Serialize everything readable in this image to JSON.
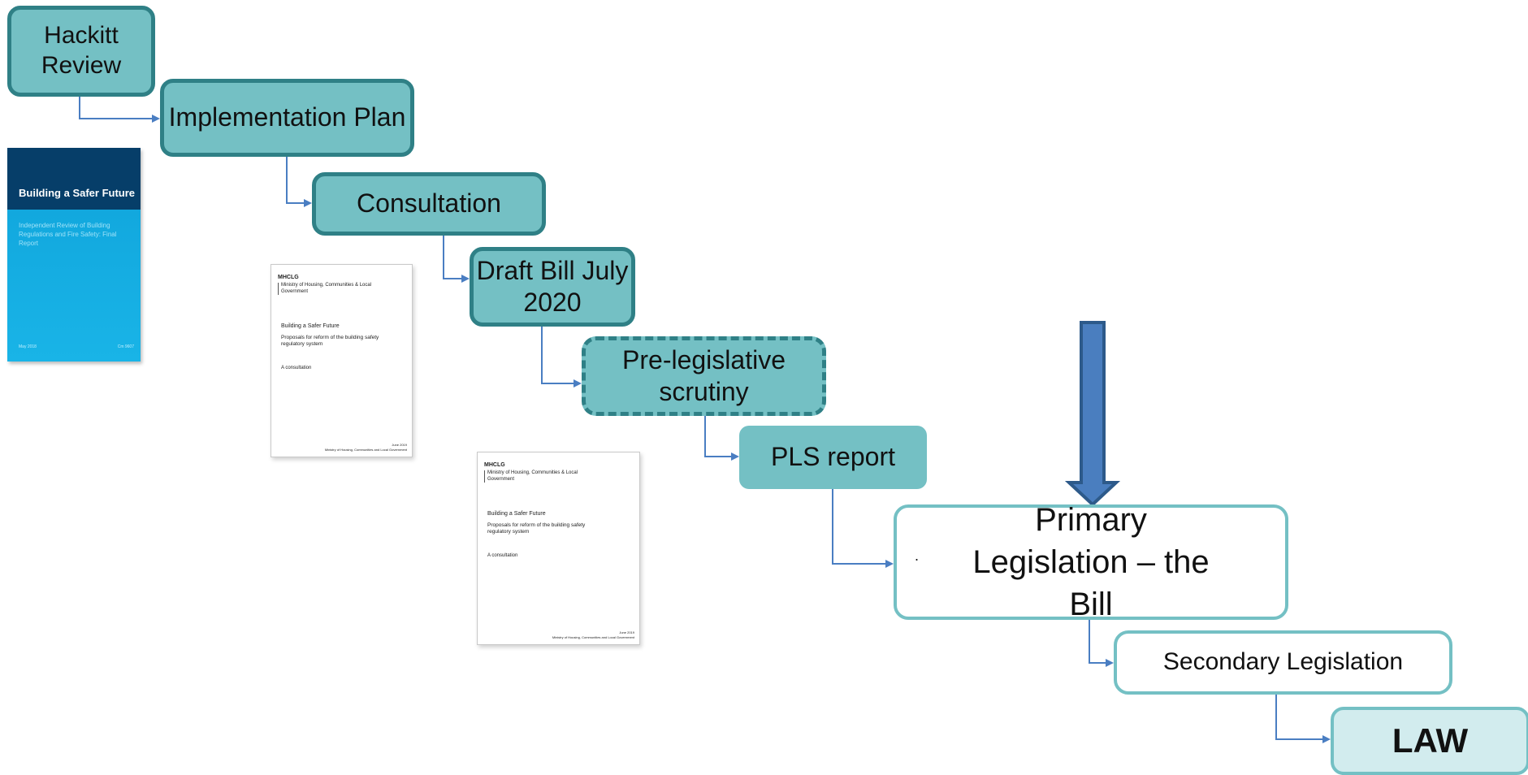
{
  "colors": {
    "box_fill": "#74c0c4",
    "box_border": "#2f8086",
    "connector": "#4a7ec2",
    "big_arrow_fill": "#4a7ebf",
    "big_arrow_border": "#2d5a8a",
    "law_fill": "#d2ecee"
  },
  "steps": {
    "hackitt": "Hackitt Review",
    "implementation": "Implementation Plan",
    "consultation": "Consultation",
    "draft_bill": "Draft Bill July 2020",
    "pre_legislative": "Pre-legislative scrutiny",
    "pls_report": "PLS report",
    "primary_marker": ".",
    "primary": "Primary Legislation – the Bill",
    "secondary": "Secondary Legislation",
    "law": "LAW"
  },
  "documents": {
    "final_report": {
      "title": "Building a Safer Future",
      "subtitle": "Independent Review of Building Regulations and Fire Safety: Final Report",
      "footer_left": "May 2018",
      "footer_right": "Cm 9607"
    },
    "consultation_doc": {
      "crest": "MHCLG",
      "org": "Ministry of Housing, Communities & Local Government",
      "title": "Building a Safer Future",
      "subtitle": "Proposals for reform of the building safety regulatory system",
      "kind": "A consultation",
      "date": "June 2019",
      "ministry_line": "Ministry of Housing, Communities and Local Government"
    }
  }
}
